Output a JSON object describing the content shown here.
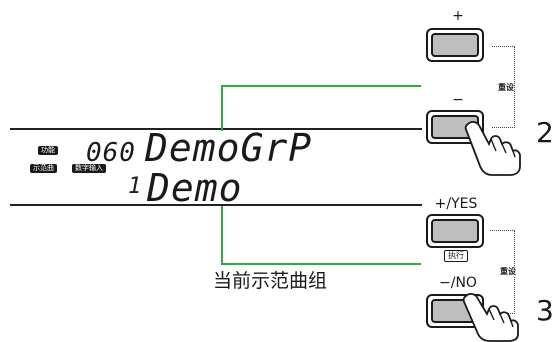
{
  "display": {
    "tag_function": "功能",
    "tag_demo": "示范曲",
    "tag_numeric": "数字输入",
    "number": "060",
    "line1_text": "DemoGrP",
    "line2_num": "1",
    "line2_text": "Demo"
  },
  "callout": {
    "caption": "当前示范曲组",
    "line_color": "#2cae3a"
  },
  "buttons": {
    "plus_label": "+",
    "minus_label": "−",
    "yes_label": "+/YES",
    "no_label": "−/NO",
    "exec_label": "执行",
    "reset_label_top": "重设",
    "reset_label_bottom": "重设",
    "step_2": "2",
    "step_3": "3"
  }
}
